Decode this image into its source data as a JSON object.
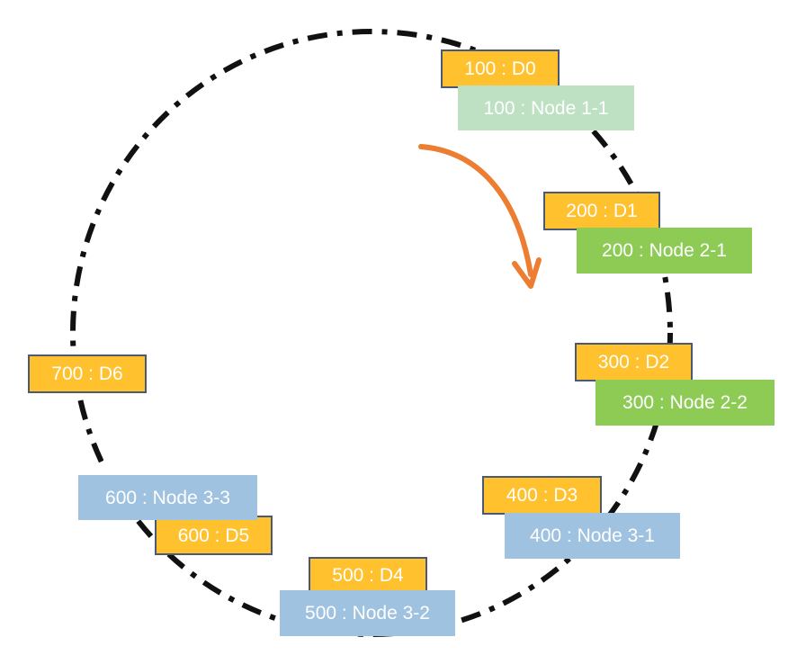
{
  "colors": {
    "ring": "#111111",
    "arrow": "#ED7D31",
    "data_fill": "#FFC12E",
    "data_border": "#4A5A75",
    "node_1": "#BEE0C3",
    "node_2": "#8ECB55",
    "node_3": "#9EC2DF",
    "text": "#FFFFFF"
  },
  "ring": {
    "style": "dash-dot",
    "direction_arrow": "clockwise"
  },
  "data_items": [
    {
      "label": "100 : D0"
    },
    {
      "label": "200 : D1"
    },
    {
      "label": "300 : D2"
    },
    {
      "label": "400 : D3"
    },
    {
      "label": "500 : D4"
    },
    {
      "label": "600 : D5"
    },
    {
      "label": "700 : D6"
    }
  ],
  "nodes": [
    {
      "label": "100 : Node 1-1"
    },
    {
      "label": "200 : Node 2-1"
    },
    {
      "label": "300 : Node 2-2"
    },
    {
      "label": "400 : Node 3-1"
    },
    {
      "label": "500 : Node 3-2"
    },
    {
      "label": "600 : Node 3-3"
    }
  ]
}
